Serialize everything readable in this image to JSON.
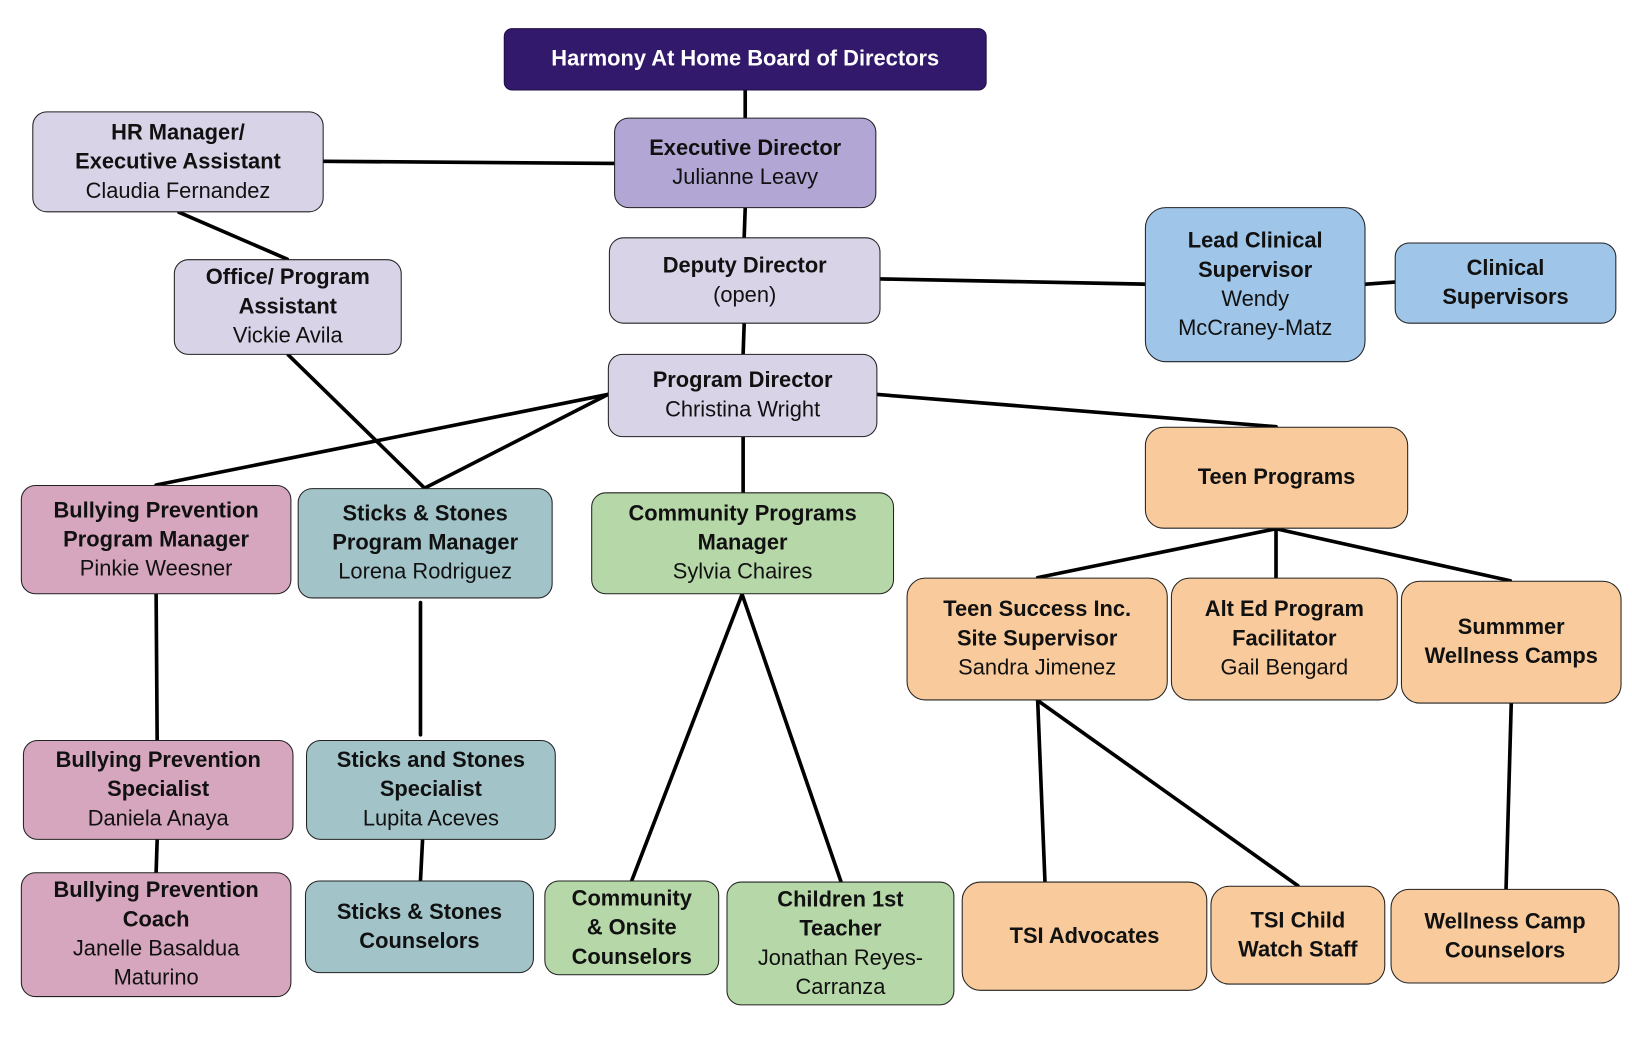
{
  "chart_title": "Harmony At Home Organizational Chart",
  "colors": {
    "board": "#32196b",
    "executive": "#b2a6d5",
    "admin": "#d9d3e8",
    "clinical": "#9fc5e8",
    "bullying_prevention": "#d5a6bd",
    "sticks_and_stones": "#a2c4c9",
    "community_programs": "#b6d7a8",
    "teen_programs": "#f9cb9c",
    "connector": "#000000"
  },
  "nodes": {
    "board": {
      "title": "Harmony At Home Board of Directors",
      "person": ""
    },
    "executive_director": {
      "title": "Executive Director",
      "person": "Julianne Leavy"
    },
    "hr_manager": {
      "title": "HR Manager/\nExecutive Assistant",
      "person": "Claudia Fernandez"
    },
    "office_assistant": {
      "title": "Office/ Program\nAssistant",
      "person": "Vickie Avila"
    },
    "deputy_director": {
      "title": "Deputy Director",
      "person": "(open)"
    },
    "lead_clinical": {
      "title": "Lead Clinical\nSupervisor",
      "person": "Wendy\nMcCraney-Matz"
    },
    "clinical_supervisors": {
      "title": "Clinical\nSupervisors",
      "person": ""
    },
    "program_director": {
      "title": "Program Director",
      "person": "Christina Wright"
    },
    "bp_manager": {
      "title": "Bullying Prevention\nProgram Manager",
      "person": "Pinkie Weesner"
    },
    "ss_manager": {
      "title": "Sticks & Stones\nProgram Manager",
      "person": "Lorena Rodriguez"
    },
    "community_manager": {
      "title": "Community Programs\nManager",
      "person": "Sylvia Chaires"
    },
    "teen_programs": {
      "title": "Teen Programs",
      "person": ""
    },
    "tsi_supervisor": {
      "title": "Teen Success Inc.\nSite Supervisor",
      "person": "Sandra Jimenez"
    },
    "alt_ed": {
      "title": "Alt Ed Program\nFacilitator",
      "person": "Gail Bengard"
    },
    "summer_camps": {
      "title": "Summmer\nWellness Camps",
      "person": ""
    },
    "bp_specialist": {
      "title": "Bullying Prevention\nSpecialist",
      "person": "Daniela Anaya"
    },
    "ss_specialist": {
      "title": "Sticks and Stones\nSpecialist",
      "person": "Lupita Aceves"
    },
    "bp_coach": {
      "title": "Bullying Prevention\nCoach",
      "person": "Janelle Basaldua\nMaturino"
    },
    "ss_counselors": {
      "title": "Sticks & Stones\nCounselors",
      "person": ""
    },
    "community_counselors": {
      "title": "Community\n& Onsite\nCounselors",
      "person": ""
    },
    "children_first": {
      "title": "Children 1st\nTeacher",
      "person": "Jonathan Reyes-\nCarranza"
    },
    "tsi_advocates": {
      "title": "TSI Advocates",
      "person": ""
    },
    "tsi_child_watch": {
      "title": "TSI Child\nWatch Staff",
      "person": ""
    },
    "wellness_counselors": {
      "title": "Wellness Camp\nCounselors",
      "person": ""
    }
  },
  "edges": [
    [
      "board",
      "executive_director"
    ],
    [
      "executive_director",
      "hr_manager"
    ],
    [
      "hr_manager",
      "office_assistant"
    ],
    [
      "executive_director",
      "deputy_director"
    ],
    [
      "deputy_director",
      "lead_clinical"
    ],
    [
      "lead_clinical",
      "clinical_supervisors"
    ],
    [
      "deputy_director",
      "program_director"
    ],
    [
      "program_director",
      "bp_manager"
    ],
    [
      "program_director",
      "ss_manager"
    ],
    [
      "office_assistant",
      "ss_manager"
    ],
    [
      "program_director",
      "community_manager"
    ],
    [
      "program_director",
      "teen_programs"
    ],
    [
      "teen_programs",
      "tsi_supervisor"
    ],
    [
      "teen_programs",
      "alt_ed"
    ],
    [
      "teen_programs",
      "summer_camps"
    ],
    [
      "bp_manager",
      "bp_specialist"
    ],
    [
      "bp_specialist",
      "bp_coach"
    ],
    [
      "ss_manager",
      "ss_specialist"
    ],
    [
      "ss_specialist",
      "ss_counselors"
    ],
    [
      "community_manager",
      "community_counselors"
    ],
    [
      "community_manager",
      "children_first"
    ],
    [
      "tsi_supervisor",
      "tsi_advocates"
    ],
    [
      "tsi_supervisor",
      "tsi_child_watch"
    ],
    [
      "summer_camps",
      "wellness_counselors"
    ]
  ]
}
